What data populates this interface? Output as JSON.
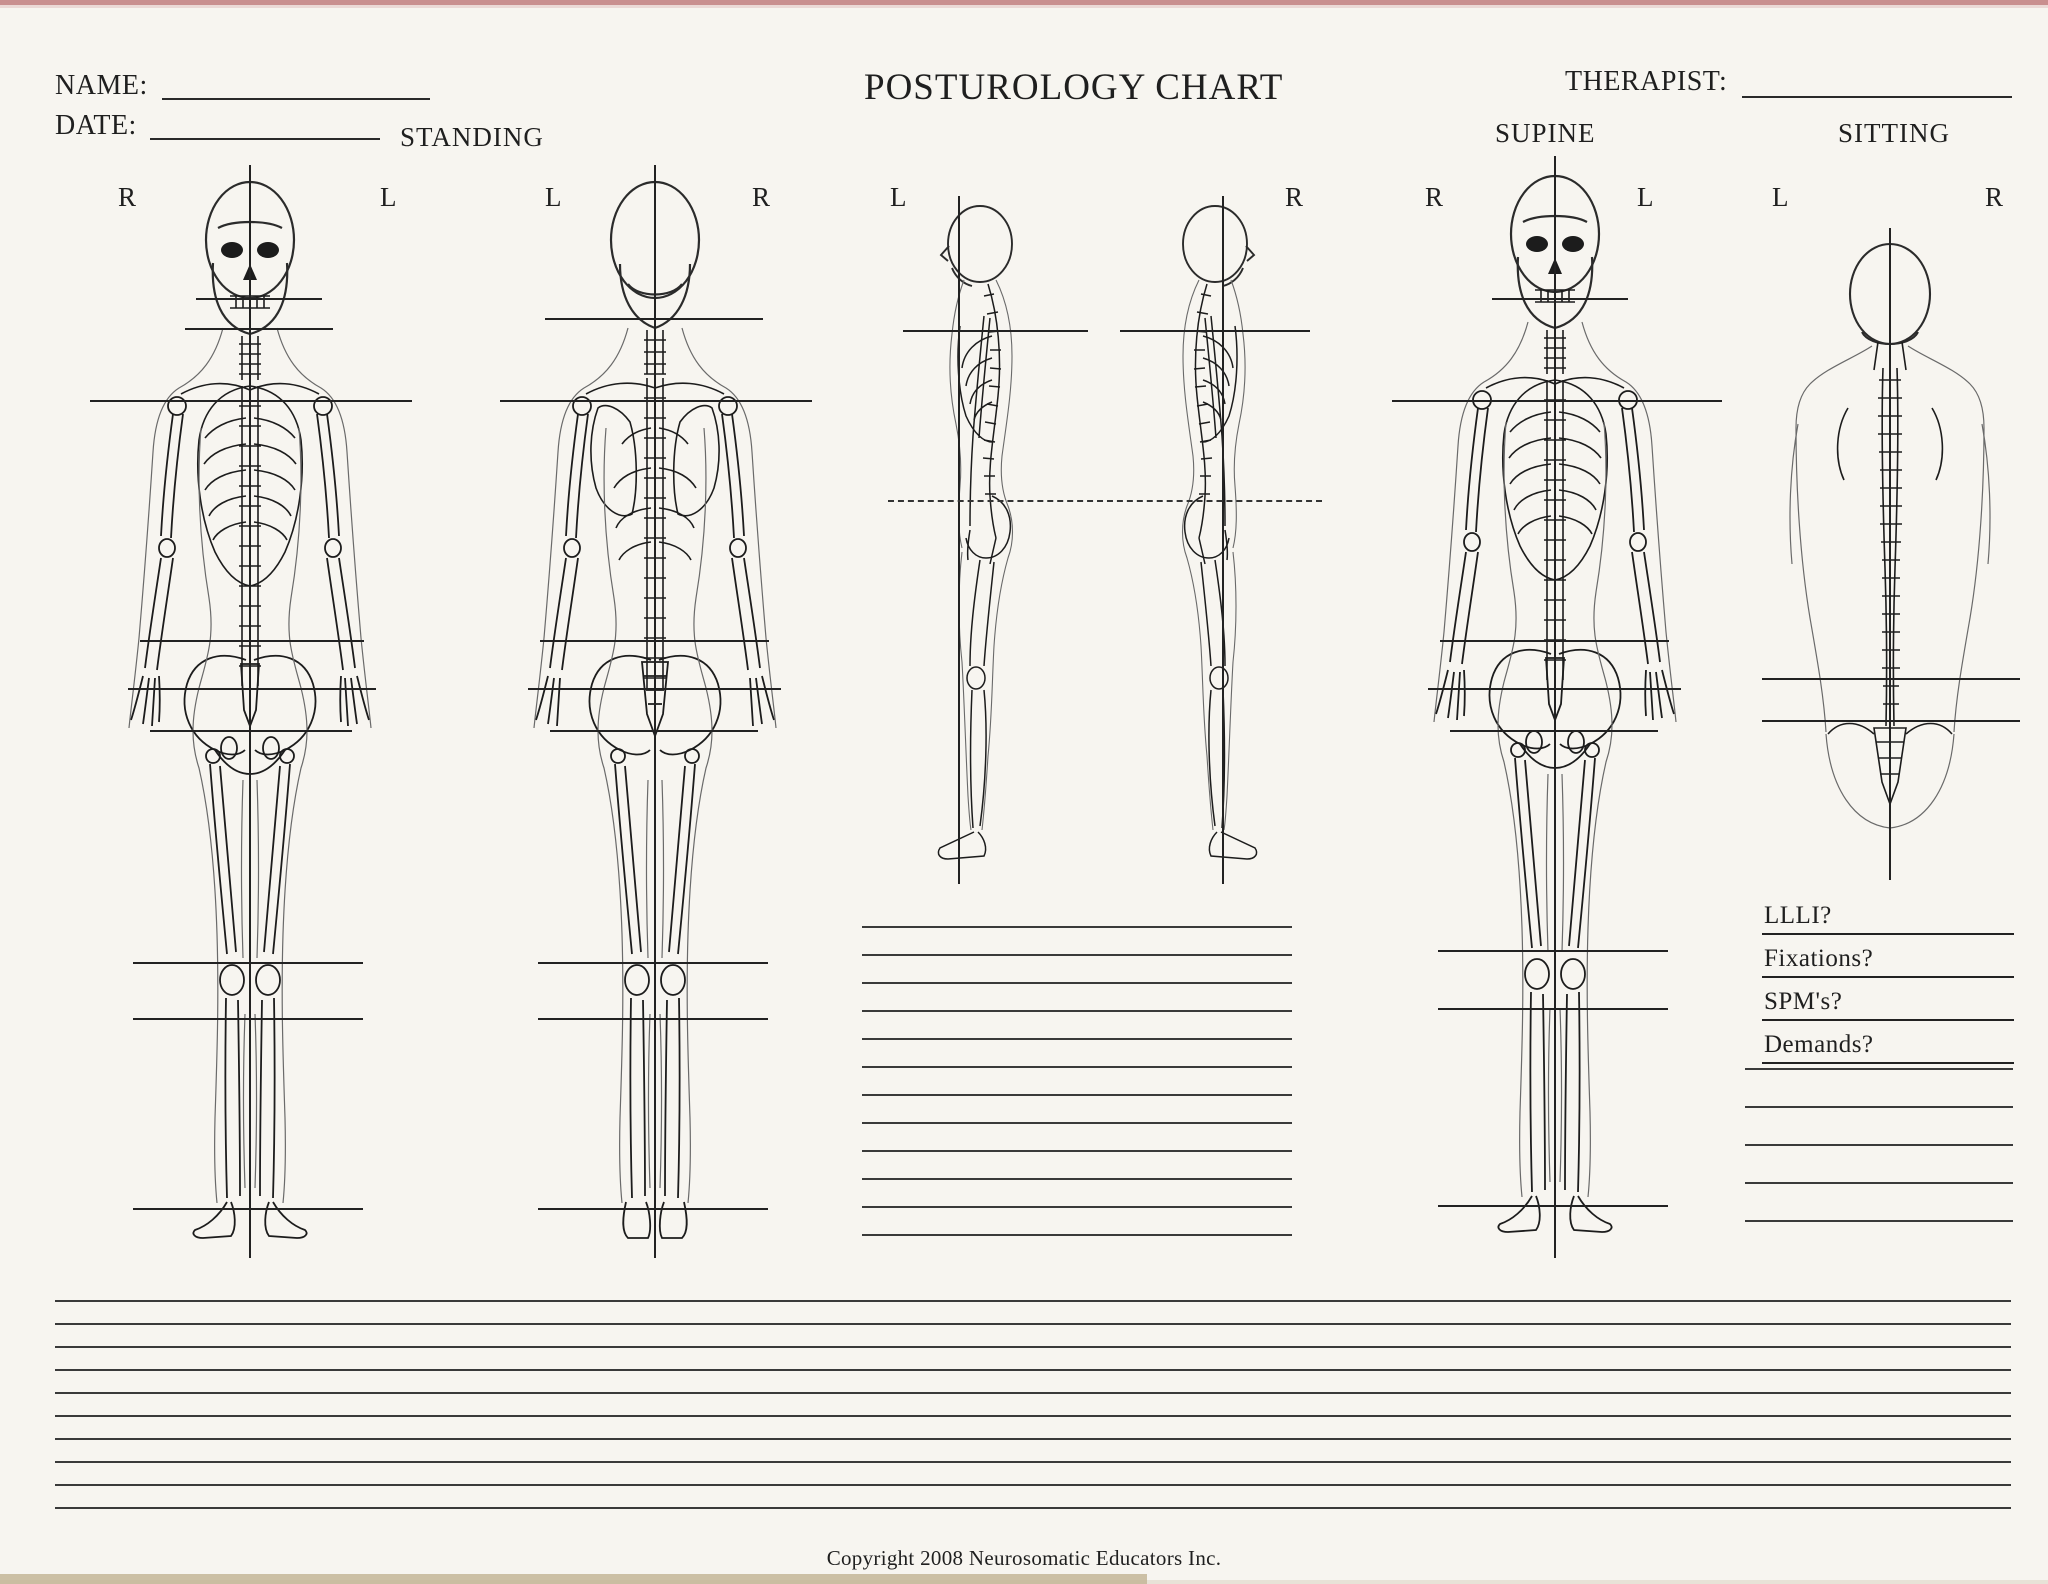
{
  "page": {
    "title": "POSTUROLOGY CHART",
    "footer": "Copyright 2008 Neurosomatic Educators Inc."
  },
  "fields": {
    "name_label": "NAME:",
    "date_label": "DATE:",
    "therapist_label": "THERAPIST:"
  },
  "sections": {
    "standing": "STANDING",
    "supine": "SUPINE",
    "sitting": "SITTING"
  },
  "rl_markers": [
    "R",
    "L",
    "L",
    "R",
    "L",
    "R",
    "R",
    "L",
    "L",
    "R"
  ],
  "questions": [
    {
      "label": "LLLI?"
    },
    {
      "label": "Fixations?"
    },
    {
      "label": "SPM's?"
    },
    {
      "label": "Demands?"
    }
  ],
  "figures": [
    {
      "name": "standing anterior skeleton"
    },
    {
      "name": "standing posterior skeleton"
    },
    {
      "name": "lateral skeleton facing left"
    },
    {
      "name": "lateral skeleton facing right"
    },
    {
      "name": "supine anterior skeleton"
    },
    {
      "name": "sitting posterior skeleton"
    }
  ]
}
